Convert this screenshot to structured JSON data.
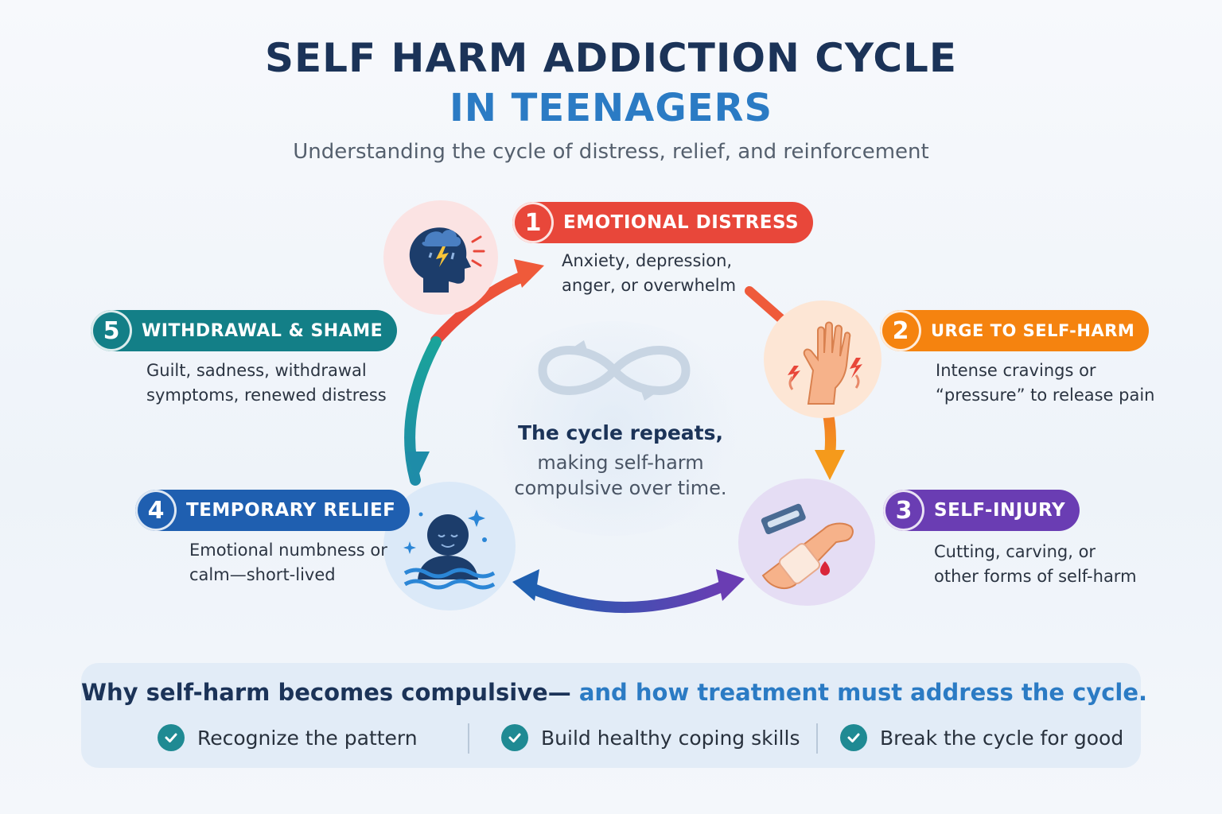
{
  "header": {
    "title_line1": "SELF HARM ADDICTION CYCLE",
    "title_line2": "IN TEENAGERS",
    "subtitle": "Understanding the cycle of distress, relief, and reinforcement"
  },
  "steps": [
    {
      "number": "1",
      "label": "EMOTIONAL DISTRESS",
      "color": "#e8473a",
      "icon": "stressed-head-icon",
      "desc_line1": "Anxiety, depression,",
      "desc_line2": "anger, or overwhelm"
    },
    {
      "number": "2",
      "label": "URGE TO SELF-HARM",
      "color": "#f5830f",
      "icon": "shaking-hand-icon",
      "desc_line1": "Intense cravings or",
      "desc_line2": "“pressure” to release pain"
    },
    {
      "number": "3",
      "label": "SELF-INJURY",
      "color": "#6a3db3",
      "icon": "bandaged-arm-icon",
      "desc_line1": "Cutting, carving, or",
      "desc_line2": "other forms of self-harm"
    },
    {
      "number": "4",
      "label": "TEMPORARY RELIEF",
      "color": "#1f5fb0",
      "icon": "calm-person-water-icon",
      "desc_line1": "Emotional numbness or",
      "desc_line2": "calm—short-lived"
    },
    {
      "number": "5",
      "label": "WITHDRAWAL & SHAME",
      "color": "#137f87",
      "icon": "",
      "desc_line1": "Guilt, sadness, withdrawal",
      "desc_line2": "symptoms, renewed distress"
    }
  ],
  "center": {
    "icon": "infinity-icon",
    "line1": "The cycle repeats,",
    "line2": "making self-harm",
    "line3": "compulsive over time."
  },
  "footer": {
    "why_part1": "Why self-harm becomes compulsive—",
    "why_part2": " and how treatment must address the cycle.",
    "checks": [
      "Recognize the pattern",
      "Build healthy coping skills",
      "Break the cycle for good"
    ],
    "check_icon": "check-circle-icon"
  }
}
